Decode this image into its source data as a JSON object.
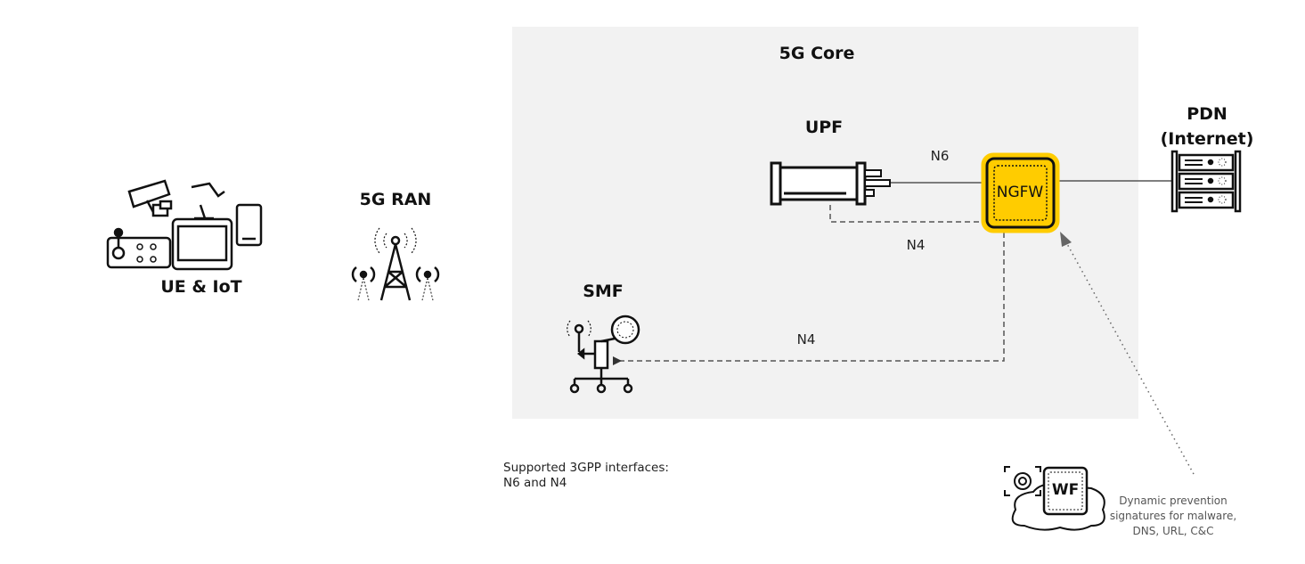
{
  "core": {
    "title": "5G Core"
  },
  "nodes": {
    "upf": "UPF",
    "smf": "SMF",
    "ran": "5G RAN",
    "ue": "UE & IoT",
    "pdn_line1": "PDN",
    "pdn_line2": "(Internet)",
    "ngfw": "NGFW",
    "wf": "WF"
  },
  "links": {
    "n6": "N6",
    "n4_upper": "N4",
    "n4_lower": "N4"
  },
  "notes": {
    "interfaces_line1": "Supported 3GPP interfaces:",
    "interfaces_line2": "N6 and N4",
    "wf_line1": "Dynamic prevention",
    "wf_line2": "signatures for malware,",
    "wf_line3": "DNS, URL, C&C"
  },
  "colors": {
    "ngfw": "#ffcc00",
    "core_bg": "#f2f2f2"
  }
}
